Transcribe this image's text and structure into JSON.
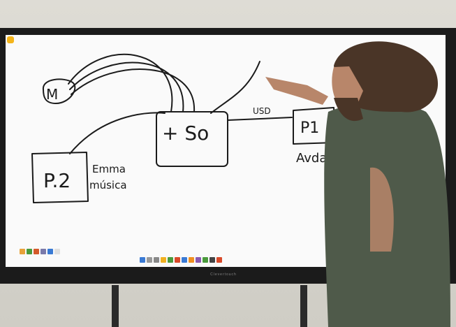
{
  "whiteboard": {
    "labels": {
      "motor": "M",
      "center_box": "+ So",
      "usb": "USD",
      "p1_box": "P1",
      "p1_caption": "Avdal",
      "p2_box": "P.2",
      "p2_caption_line1": "Emma",
      "p2_caption_line2": "música"
    }
  },
  "display": {
    "brand": "Clevertouch"
  },
  "toolbars": {
    "left_tool_colors": [
      "#e8a23a",
      "#4a9a3c",
      "#d45a2a",
      "#7a7aaa",
      "#3a7ad4",
      "#e0e0e0"
    ],
    "bottom_tool_colors": [
      "#3a7ad4",
      "#999999",
      "#888888",
      "#f0b020",
      "#4a9a3c",
      "#d94a2a",
      "#3a7ad4",
      "#f09020",
      "#8a5ab0",
      "#4a9a3c",
      "#444444",
      "#d94a2a"
    ]
  }
}
